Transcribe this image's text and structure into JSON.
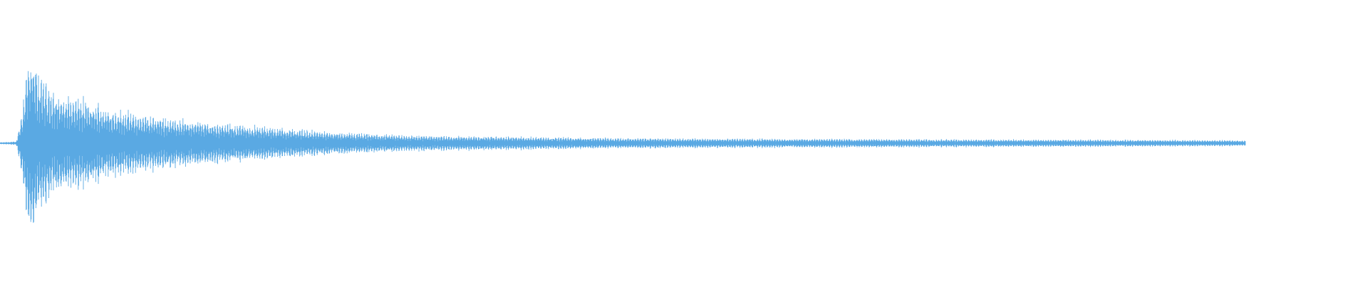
{
  "colors": {
    "waveform": "#5aa9e3",
    "background": "#ffffff"
  },
  "chart_data": {
    "type": "area",
    "description_of_axes": "",
    "xlabel": "",
    "ylabel": "",
    "grid": false,
    "legend": "none",
    "ylim": [
      -1,
      1
    ],
    "xlim": [
      0,
      1
    ],
    "series": [
      {
        "envelope_x": [
          0.0,
          0.012,
          0.016,
          0.02,
          0.024,
          0.028,
          0.035,
          0.045,
          0.06,
          0.08,
          0.1,
          0.13,
          0.16,
          0.2,
          0.25,
          0.3,
          0.35,
          0.4,
          0.45,
          0.5,
          0.6,
          0.7,
          0.8,
          0.9,
          0.9105
        ],
        "envelope_y": [
          0.01,
          0.02,
          0.35,
          0.95,
          1.0,
          0.8,
          0.65,
          0.55,
          0.5,
          0.4,
          0.33,
          0.28,
          0.23,
          0.18,
          0.12,
          0.09,
          0.08,
          0.07,
          0.06,
          0.055,
          0.05,
          0.045,
          0.04,
          0.035,
          0.03
        ]
      }
    ]
  }
}
